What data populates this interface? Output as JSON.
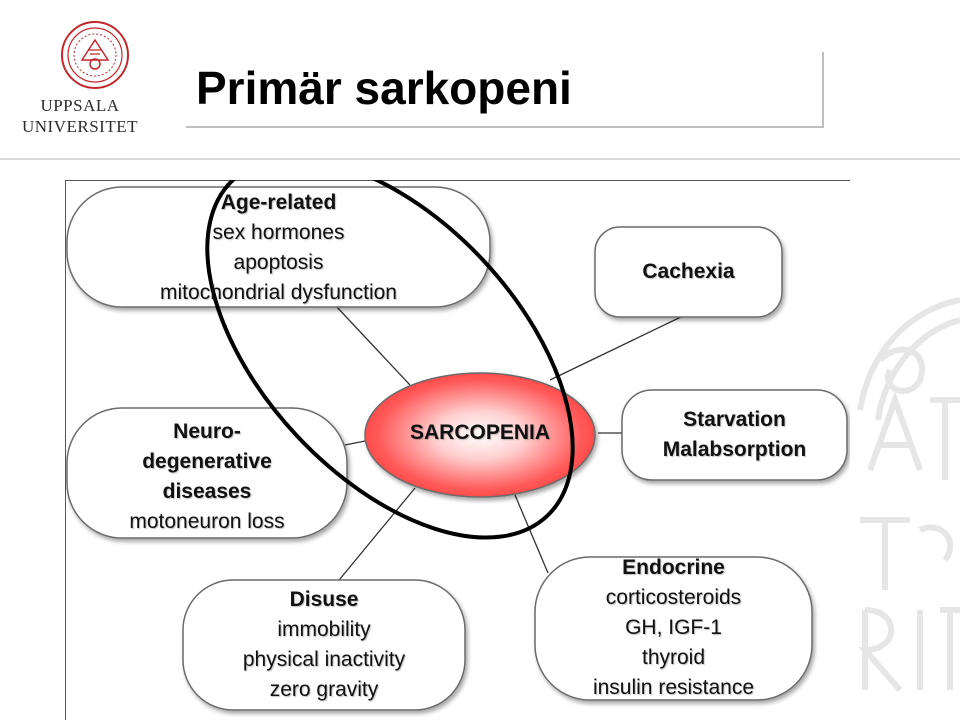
{
  "slide": {
    "title": "Primär sarkopeni",
    "logo": {
      "line1": "UPPSALA",
      "line2": "UNIVERSITET"
    }
  },
  "diagram": {
    "center": {
      "label": "SARCOPENIA"
    },
    "nodes": {
      "age_related": {
        "heading": "Age-related",
        "lines": [
          "sex hormones",
          "apoptosis",
          "mitochondrial dysfunction"
        ]
      },
      "cachexia": {
        "heading": "Cachexia"
      },
      "neuro": {
        "heading_lines": [
          "Neuro-",
          "degenerative",
          "diseases"
        ],
        "lines": [
          "motoneuron loss"
        ]
      },
      "starvation": {
        "heading_lines": [
          "Starvation",
          "Malabsorption"
        ]
      },
      "disuse": {
        "heading": "Disuse",
        "lines": [
          "immobility",
          "physical inactivity",
          "zero gravity"
        ]
      },
      "endocrine": {
        "heading": "Endocrine",
        "lines": [
          "corticosteroids",
          "GH, IGF-1",
          "thyroid",
          "insulin resistance"
        ]
      }
    }
  },
  "colors": {
    "brand_red": "#c0282d",
    "center_fill": "#ff5a5a",
    "node_fill": "#ffffff",
    "node_border": "#6b6b6b"
  }
}
